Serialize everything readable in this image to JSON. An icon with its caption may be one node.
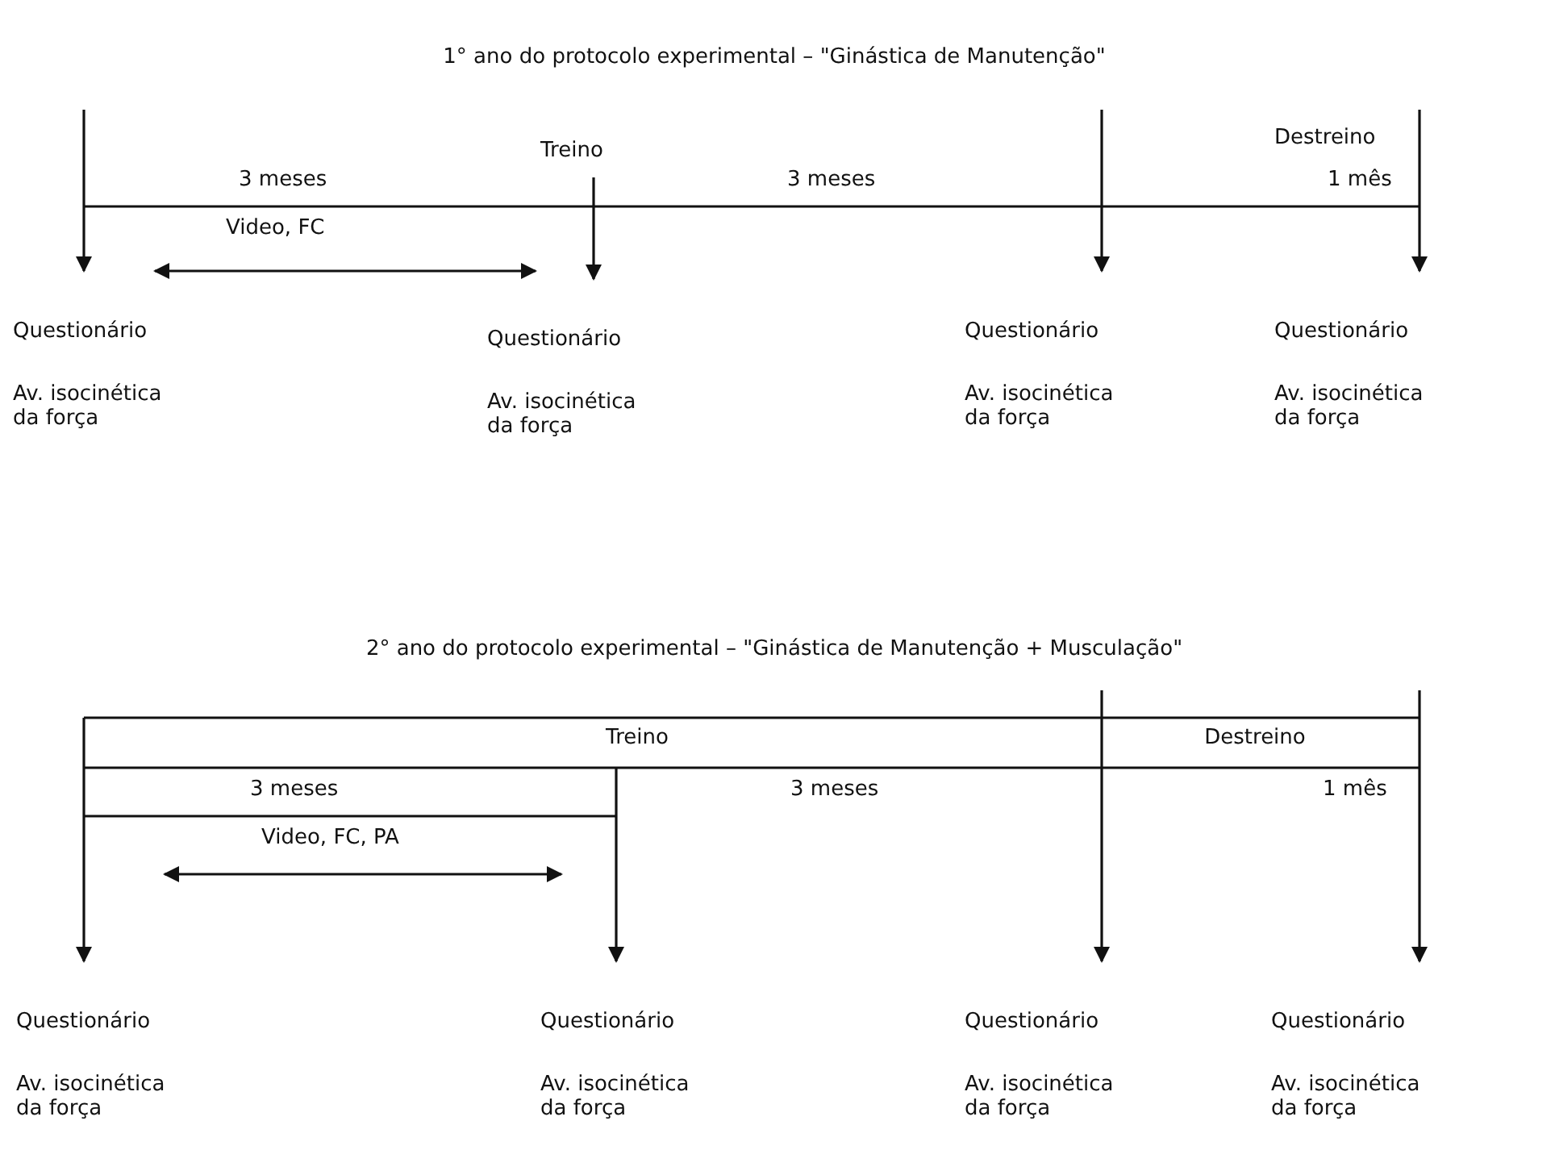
{
  "diagram": {
    "nodes": [
      {
        "text": [
          "Questionário",
          "Av. isocinética da força"
        ]
      },
      {
        "text": [
          "Questionário",
          "Av. isocinética da força"
        ]
      },
      {
        "text": [
          "Questionário",
          "Av. isocinética da força"
        ]
      },
      {
        "text": [
          "Questionário",
          "Av. isocinética da força"
        ]
      },
      {
        "text": [
          "Questionário",
          "Av. isocinética da força"
        ]
      },
      {
        "text": [
          "Questionário",
          "Av. isocinética da força"
        ]
      },
      {
        "text": [
          "Questionário",
          "Av. isocinética da força"
        ]
      },
      {
        "text": [
          "Questionário",
          "Av. isocinética da força"
        ]
      }
    ],
    "edges": [
      {
        "from": null,
        "to": 0,
        "arrow": "to"
      },
      {
        "from": null,
        "to": 1,
        "arrow": "to"
      },
      {
        "from": null,
        "to": 2,
        "arrow": "to"
      },
      {
        "from": null,
        "to": 3,
        "arrow": "to"
      },
      {
        "from": null,
        "to": 4,
        "arrow": "to"
      },
      {
        "from": null,
        "to": 5,
        "arrow": "to"
      },
      {
        "from": null,
        "to": 6,
        "arrow": "to"
      },
      {
        "from": null,
        "to": 7,
        "arrow": "to"
      }
    ],
    "labels": [
      "1° ano do protocolo experimental – \"Ginástica de Manutenção\"",
      "Treino",
      "Destreino",
      "3 meses",
      "3 meses",
      "1 mês",
      "Video, FC",
      "2° ano do protocolo experimental – \"Ginástica de Manutenção + Musculação\"",
      "Treino",
      "Destreino",
      "3 meses",
      "3 meses",
      "1 mês",
      "Video, FC, PA"
    ]
  }
}
